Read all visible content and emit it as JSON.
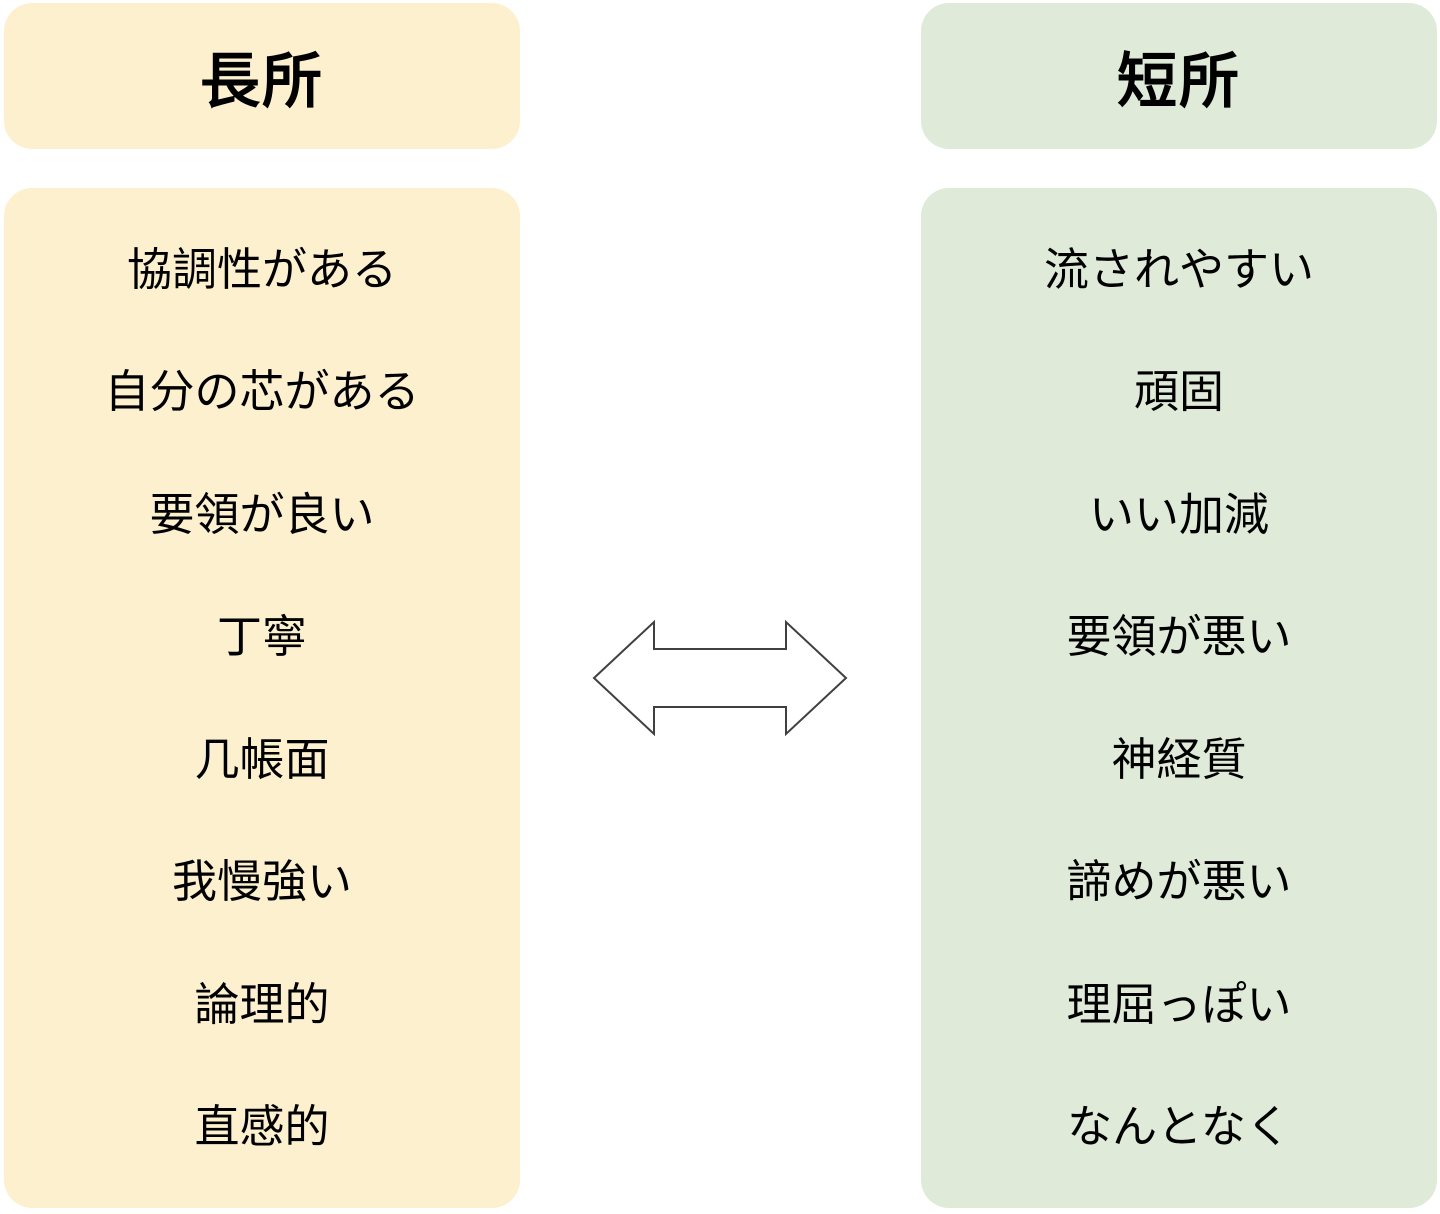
{
  "diagram": {
    "left_column": {
      "title": "長所",
      "items": [
        "協調性がある",
        "自分の芯がある",
        "要領が良い",
        "丁寧",
        "几帳面",
        "我慢強い",
        "論理的",
        "直感的"
      ]
    },
    "right_column": {
      "title": "短所",
      "items": [
        "流されやすい",
        "頑固",
        "いい加減",
        "要領が悪い",
        "神経質",
        "諦めが悪い",
        "理屈っぽい",
        "なんとなく"
      ]
    },
    "arrow": {
      "icon": "double-headed-arrow-icon"
    },
    "colors": {
      "left_bg": "#FCF0CF",
      "right_bg": "#DFEBD8",
      "text": "#000000",
      "arrow_fill": "#FFFFFF",
      "arrow_stroke": "#404040"
    }
  }
}
